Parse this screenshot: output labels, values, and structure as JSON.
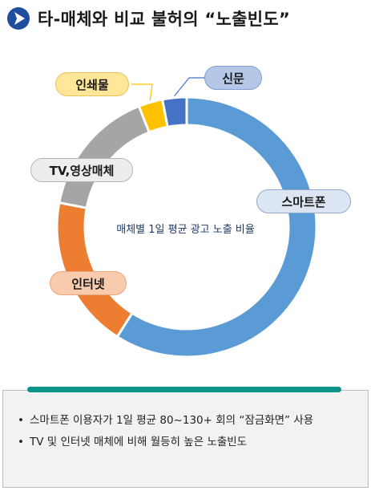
{
  "header": {
    "title": "타-매체와 비교 불허의  “노출빈도”"
  },
  "chart_data": {
    "type": "donut",
    "title": "매체별 1일 평균 광고 노출 비율",
    "series": [
      {
        "name": "스마트폰",
        "value": 59,
        "color": "#5b9bd5"
      },
      {
        "name": "인터넷",
        "value": 19,
        "color": "#ed7d31"
      },
      {
        "name": "TV,영상매체",
        "value": 16,
        "color": "#a5a5a5"
      },
      {
        "name": "인쇄물",
        "value": 3,
        "color": "#ffc000"
      },
      {
        "name": "신문",
        "value": 3,
        "color": "#4472c4"
      }
    ]
  },
  "summary": {
    "bullets": [
      "스마트폰 이용자가 1일 평균 80~130+ 회의 “잠금화면” 사용",
      "TV 및 인터넷 매체에 비해 월등히 높은 노출빈도"
    ]
  }
}
